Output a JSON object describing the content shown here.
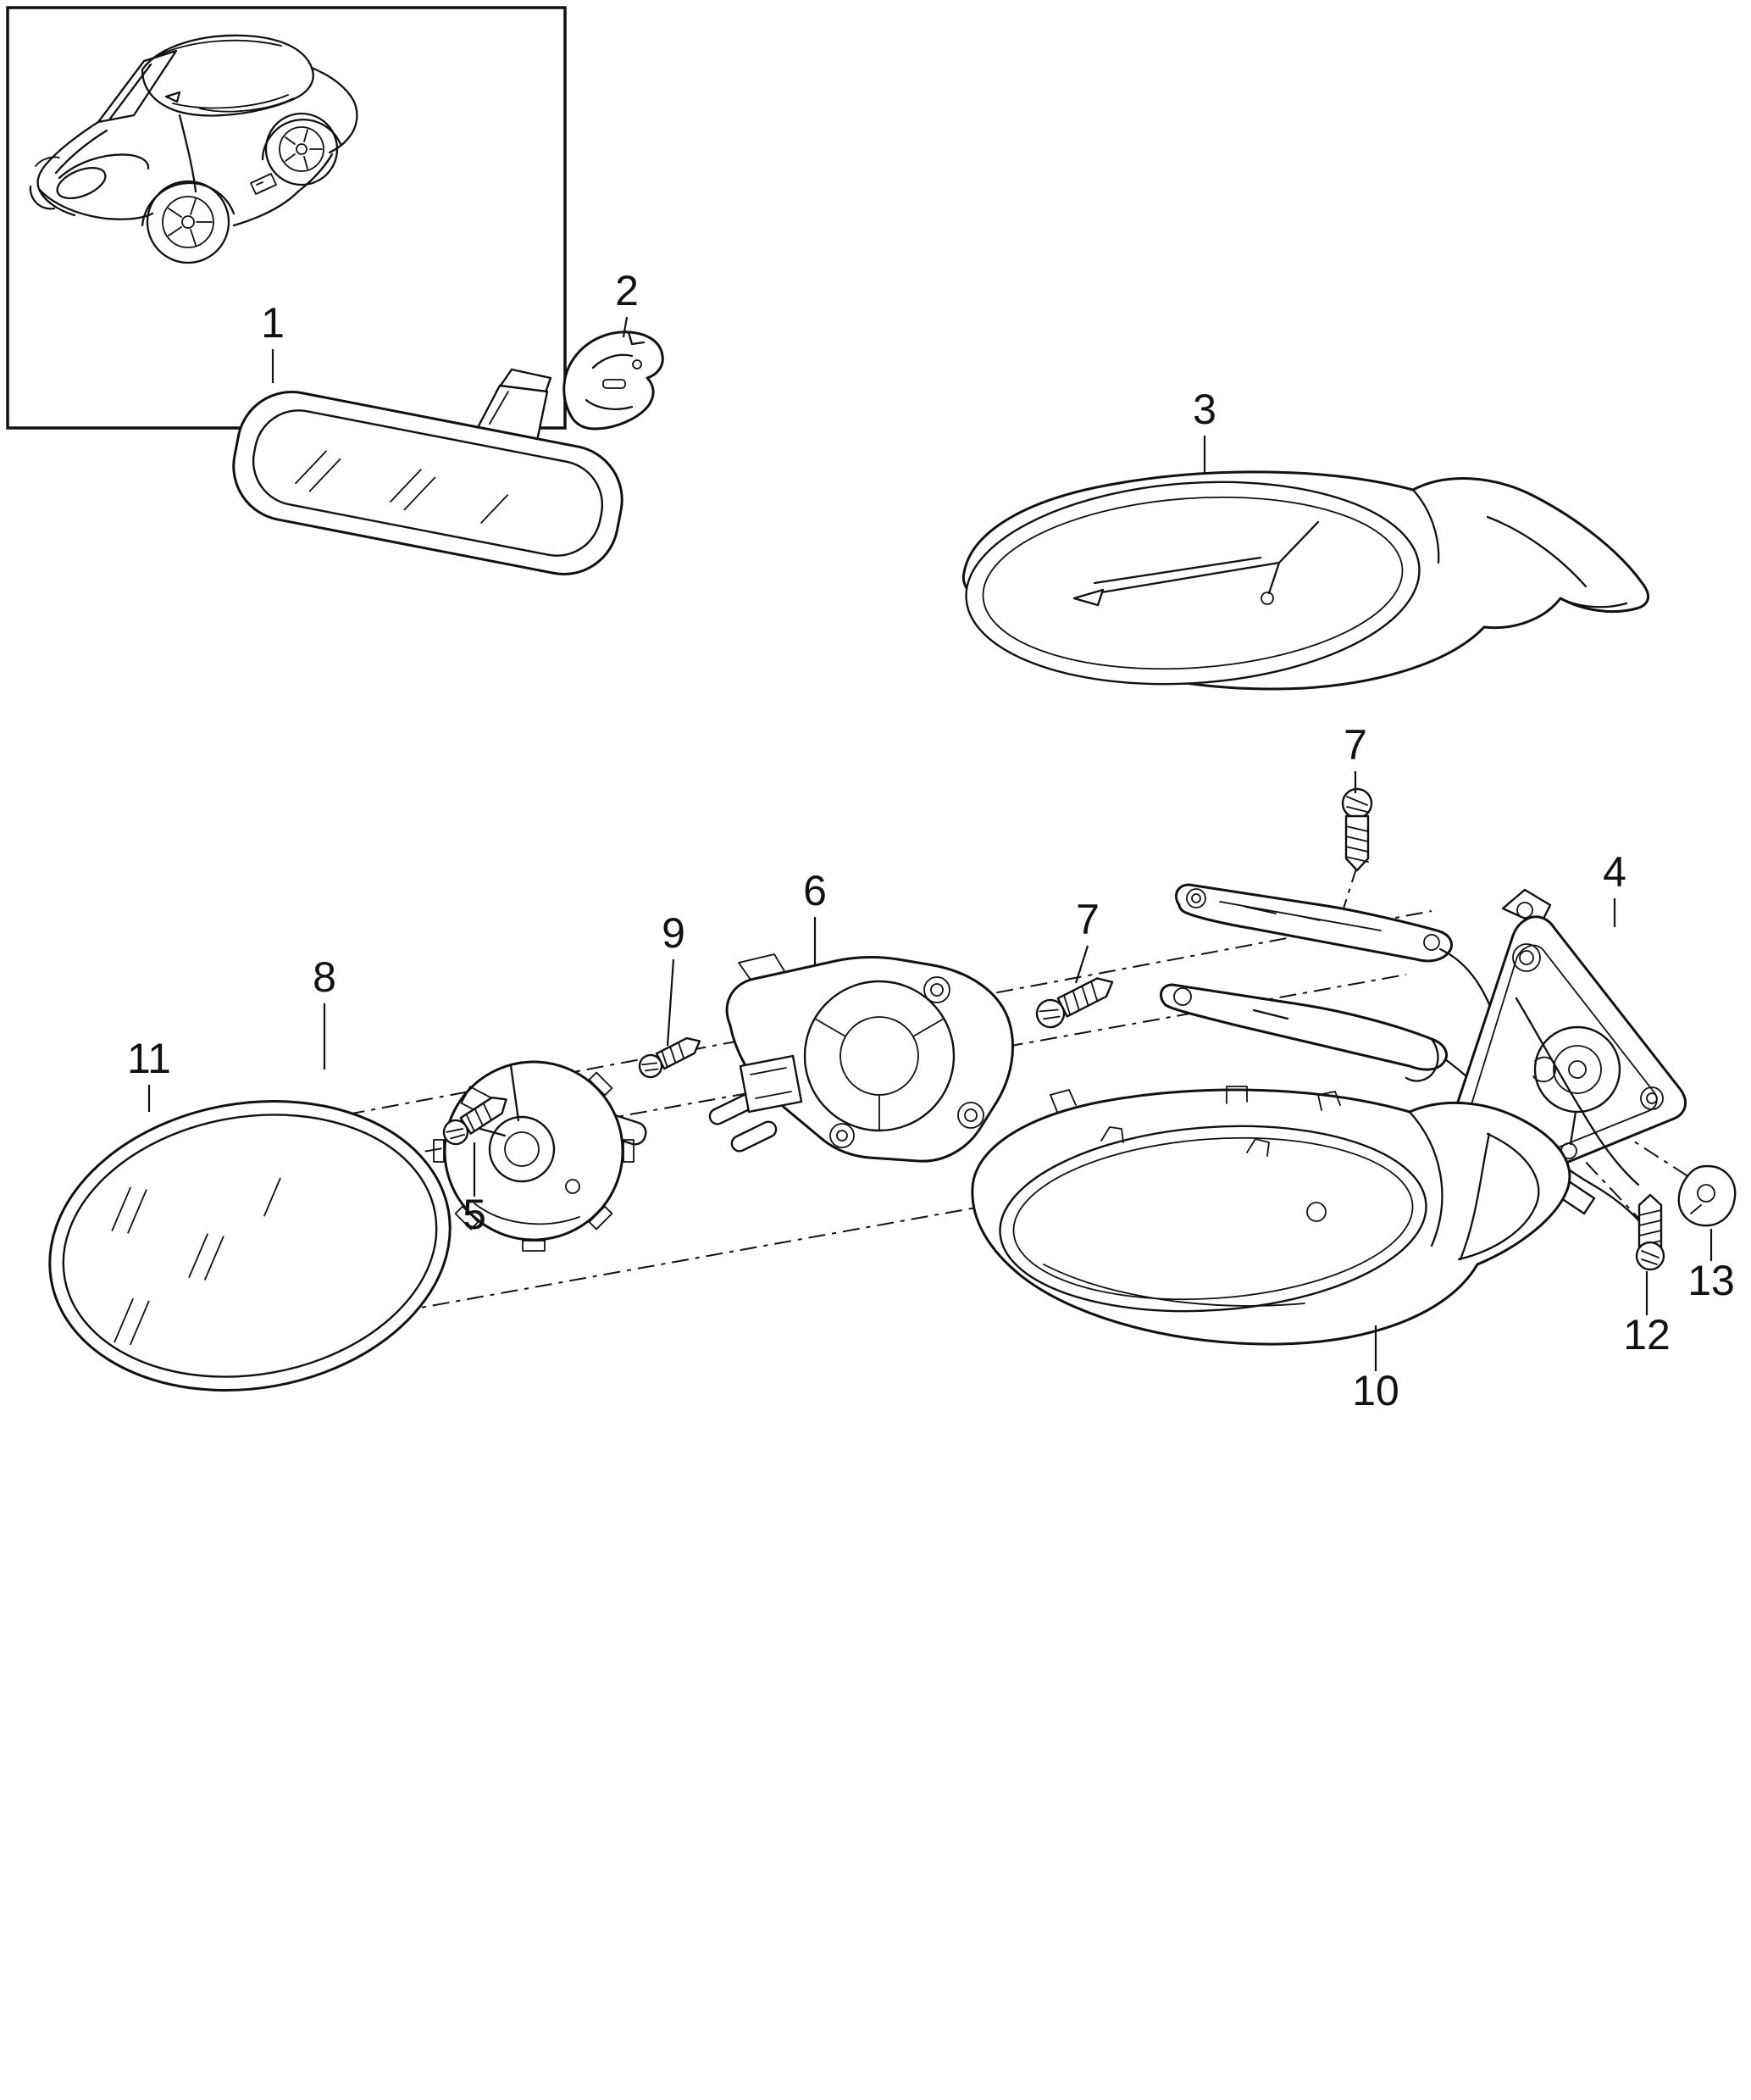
{
  "page": {
    "background": "#ffffff",
    "line_color": "#111111"
  },
  "callouts": {
    "c1": "1",
    "c2": "2",
    "c3": "3",
    "c4": "4",
    "c5": "5",
    "c6": "6",
    "c7a": "7",
    "c7b": "7",
    "c8": "8",
    "c9": "9",
    "c10": "10",
    "c11": "11",
    "c12": "12",
    "c13": "13"
  }
}
